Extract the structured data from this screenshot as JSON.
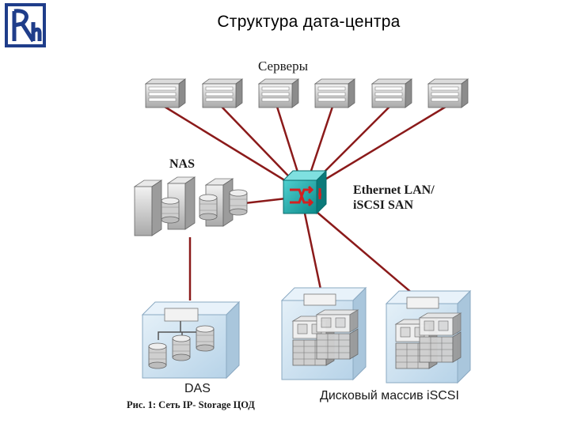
{
  "title": "Структура дата-центра",
  "labels": {
    "servers": "Серверы",
    "nas": "NAS",
    "lan_line1": "Ethernet LAN/",
    "lan_line2": "iSCSI SAN",
    "das": "DAS",
    "iscsi_array": "Дисковый массив iSCSI",
    "caption": "Рис. 1: Сеть IP- Storage ЦОД"
  },
  "colors": {
    "link": "#8b1a1a",
    "switch": "#1aa6a6",
    "switch_arrows": "#d42020",
    "logo": "#1f3d8a",
    "enclosure": "#cfe4f2"
  },
  "nodes": {
    "servers_count": 6,
    "nas_units": 3,
    "iscsi_arrays": 2
  }
}
